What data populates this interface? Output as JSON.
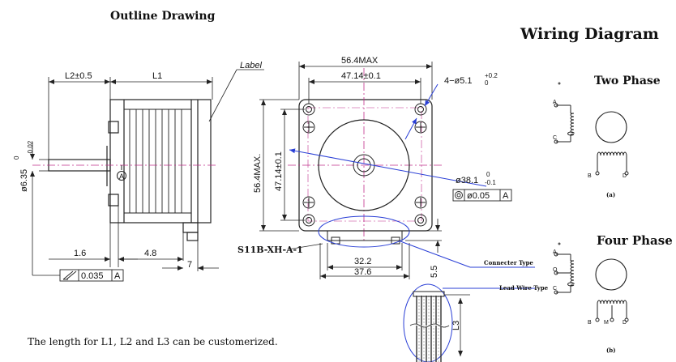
{
  "titles": {
    "outline": "Outline Drawing",
    "wiring": "Wiring Diagram",
    "two_phase": "Two Phase",
    "four_phase": "Four Phase"
  },
  "footnote": "The length for L1, L2 and L3 can be customerized.",
  "side_view": {
    "label_callout": "Label",
    "dim_l2": "L2±0.5",
    "dim_l1": "L1",
    "dim_shaft_dia": "ø6.35",
    "dim_shaft_tol_top": "0",
    "dim_shaft_tol_bottom": "-0.02",
    "dim_1_6": "1.6",
    "dim_4_8": "4.8",
    "dim_7": "7",
    "datum": "A",
    "runout_value": "0.035",
    "runout_datum": "A"
  },
  "front_view": {
    "dim_56_4_max_top": "56.4MAX",
    "dim_47_14_top": "47.14±0.1",
    "dim_holes": "4−ø5.1",
    "dim_holes_tol_top": "+0.2",
    "dim_holes_tol_bottom": "0",
    "dim_56_4_max_side": "56.4MAX.",
    "dim_47_14_side": "47.14±0.1",
    "dim_pilot": "ø38.1",
    "dim_pilot_tol_top": "0",
    "dim_pilot_tol_bottom": "-0.1",
    "concentricity_value": "ø0.05",
    "concentricity_datum": "A",
    "connector_part": "S11B-XH-A-1",
    "dim_32_2": "32.2",
    "dim_37_6": "37.6",
    "dim_5_5": "5.5",
    "connector_type": "Connecter Type",
    "lead_wire_type": "Lead Wire Type",
    "dim_l3": "L3"
  },
  "wiring": {
    "two_phase": {
      "a": "A",
      "c": "C",
      "b": "B",
      "d": "D",
      "caption": "(a)"
    },
    "four_phase": {
      "a": "A",
      "o": "O",
      "c": "C",
      "b": "B",
      "m": "M",
      "d": "D",
      "caption": "(b)"
    }
  }
}
